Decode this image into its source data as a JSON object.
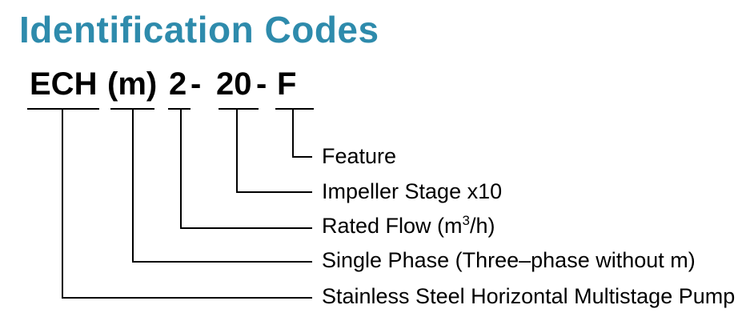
{
  "title": "Identification Codes",
  "colors": {
    "accent": "#2e8bac",
    "text": "#000000",
    "line": "#000000",
    "background": "#ffffff"
  },
  "model_code": {
    "series": "ECH",
    "phase": "(m)",
    "flow": "2",
    "separator1": "-",
    "stage": "20",
    "separator2": "-",
    "feature": "F"
  },
  "legend": {
    "feature": "Feature",
    "impeller_stage": "Impeller Stage x10",
    "rated_flow": {
      "prefix": "Rated Flow (m",
      "superscript": "3",
      "suffix": "/h)"
    },
    "single_phase": "Single Phase (Three–phase without m)",
    "pump_type": "Stainless Steel Horizontal Multistage Pump"
  }
}
